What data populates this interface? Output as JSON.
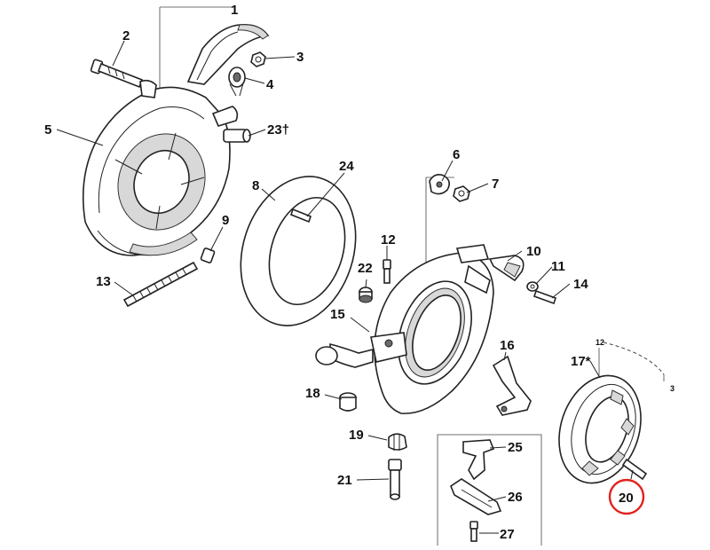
{
  "diagram": {
    "labels": {
      "p1": "1",
      "p2": "2",
      "p3": "3",
      "p4": "4",
      "p5": "5",
      "p6": "6",
      "p7": "7",
      "p8": "8",
      "p9": "9",
      "p10": "10",
      "p11": "11",
      "p12": "12",
      "p13": "13",
      "p14": "14",
      "p15": "15",
      "p16": "16",
      "p17": "17*",
      "p18": "18",
      "p19": "19",
      "p20": "20",
      "p21": "21",
      "p22": "22",
      "p23": "23†",
      "p24": "24",
      "p25": "25",
      "p26": "26",
      "p27": "27"
    },
    "clock_marks": {
      "twelve": "12",
      "three": "3"
    },
    "highlight": {
      "part": "20",
      "color": "#e0211d"
    }
  }
}
